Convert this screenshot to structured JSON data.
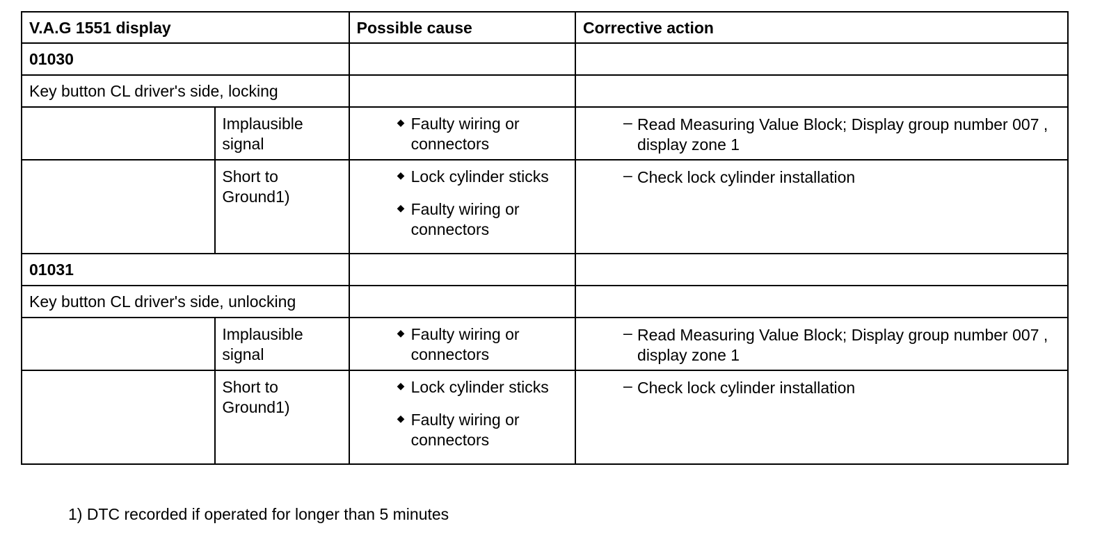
{
  "header": {
    "col1": "V.A.G 1551 display",
    "col2": "Possible cause",
    "col3": "Corrective action"
  },
  "sections": [
    {
      "code": "01030",
      "title": "Key button CL driver's side, locking",
      "rows": [
        {
          "condition": "Implausible signal",
          "causes": [
            "Faulty wiring or connectors"
          ],
          "actions": [
            "Read Measuring Value Block; Display group number 007 , display zone 1"
          ]
        },
        {
          "condition": "Short to Ground1)",
          "causes": [
            "Lock cylinder sticks",
            "Faulty wiring or connectors"
          ],
          "actions": [
            "Check lock cylinder installation"
          ]
        }
      ]
    },
    {
      "code": "01031",
      "title": "Key button CL driver's side, unlocking",
      "rows": [
        {
          "condition": "Implausible signal",
          "causes": [
            "Faulty wiring or connectors"
          ],
          "actions": [
            "Read Measuring Value Block; Display group number 007 , display zone 1"
          ]
        },
        {
          "condition": "Short to Ground1)",
          "causes": [
            "Lock cylinder sticks",
            "Faulty wiring or connectors"
          ],
          "actions": [
            "Check lock cylinder installation"
          ]
        }
      ]
    }
  ],
  "bullets": {
    "cause_icon": "diamond-bullet-icon",
    "action_icon": "dash-bullet-icon"
  },
  "footnote": "1) DTC recorded if operated for longer than 5 minutes"
}
